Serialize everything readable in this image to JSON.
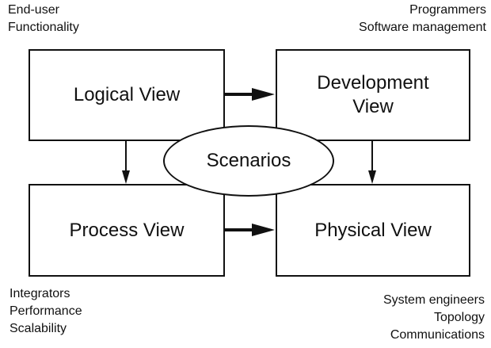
{
  "views": {
    "logical": "Logical View",
    "development_line1": "Development",
    "development_line2": "View",
    "process": "Process View",
    "physical": "Physical View",
    "scenarios": "Scenarios"
  },
  "notes": {
    "top_left": [
      "End-user",
      "Functionality"
    ],
    "top_right": [
      "Programmers",
      "Software management"
    ],
    "bottom_left": [
      "Integrators",
      "Performance",
      "Scalability"
    ],
    "bottom_right": [
      "System engineers",
      "Topology",
      "Communications"
    ]
  }
}
